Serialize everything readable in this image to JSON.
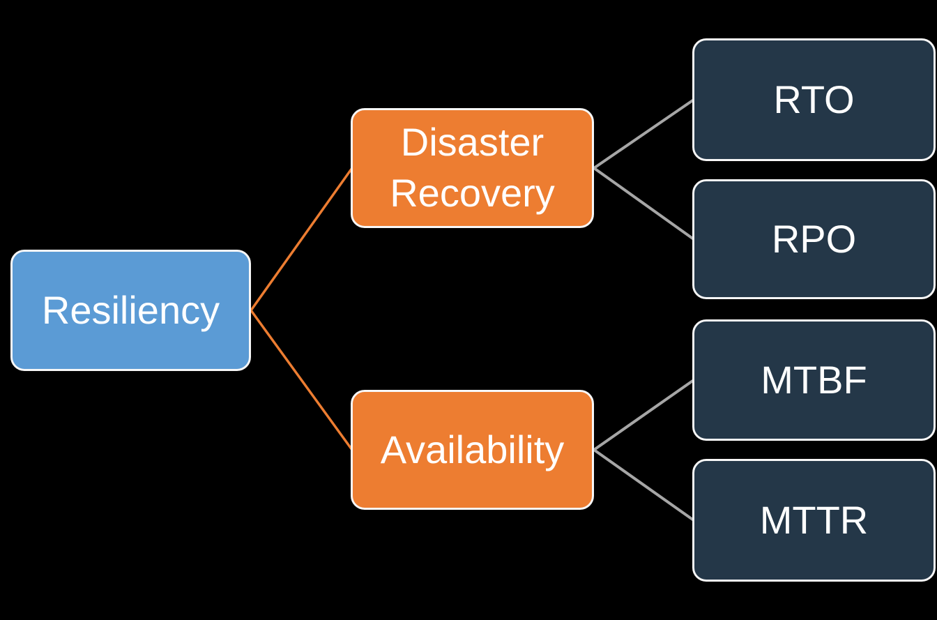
{
  "background": "#000000",
  "diagram": {
    "root": {
      "label": "Resiliency",
      "fill": "#5B9BD5",
      "text_color": "#FFFFFF"
    },
    "branches": [
      {
        "label": "Disaster Recovery",
        "fill": "#ED7D31",
        "children": [
          {
            "label": "RTO",
            "fill": "#243748"
          },
          {
            "label": "RPO",
            "fill": "#243748"
          }
        ]
      },
      {
        "label": "Availability",
        "fill": "#ED7D31",
        "children": [
          {
            "label": "MTBF",
            "fill": "#243748"
          },
          {
            "label": "MTTR",
            "fill": "#243748"
          }
        ]
      }
    ],
    "connectors": {
      "level1_color": "#ED7D31",
      "level2_color": "#A6A6A6"
    },
    "border_color": "#F7F7F7"
  }
}
